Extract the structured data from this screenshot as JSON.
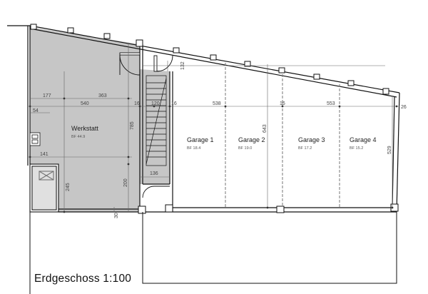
{
  "title": "Erdgeschoss 1:100",
  "rooms": [
    {
      "name": "Werkstatt",
      "area": "BF 44.9"
    },
    {
      "name": "Garage 1",
      "area": "BF 18.4"
    },
    {
      "name": "Garage 2",
      "area": "BF 19.0"
    },
    {
      "name": "Garage 3",
      "area": "BF 17.2"
    },
    {
      "name": "Garage 4",
      "area": "BF 15.2"
    }
  ],
  "dimensions": {
    "top_177": "177",
    "top_363": "363",
    "row_540": "540",
    "row_16a": "16",
    "row_120": "120",
    "row_16b": "16",
    "row_538": "538",
    "row_16c": "16",
    "row_553": "553",
    "row_26": "26",
    "left_54": "54",
    "left_141": "141",
    "v_785": "785",
    "v_245": "245",
    "v_200": "200",
    "v_30": "30",
    "v_132": "132",
    "v_643": "643",
    "v_529": "529",
    "stair_136": "136"
  },
  "colors": {
    "workshop_fill": "#c6c6c6",
    "wall": "#111111",
    "dimension_line": "#666666"
  }
}
